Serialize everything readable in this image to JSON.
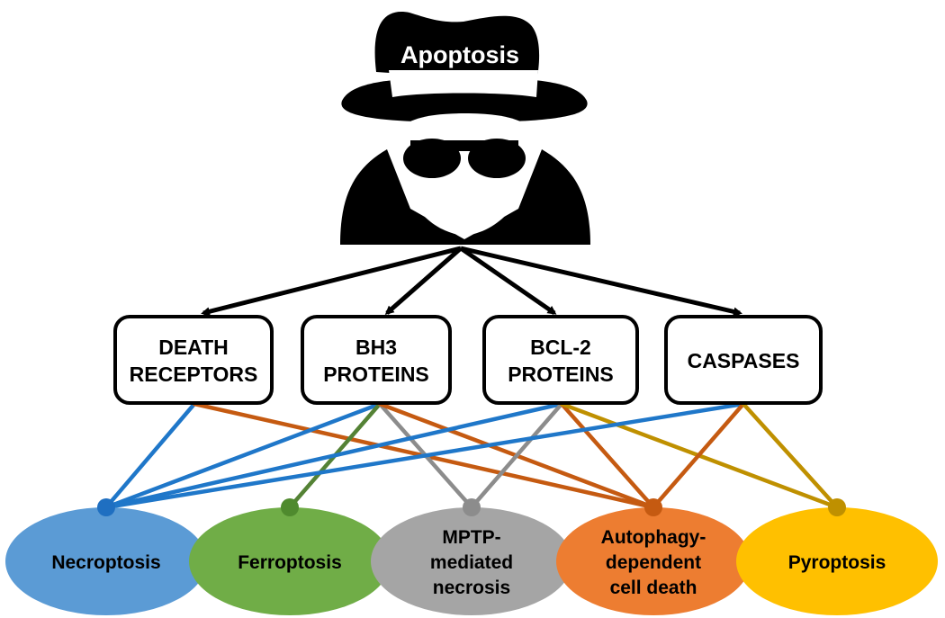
{
  "figure": {
    "title": "Apoptosis",
    "icon": "spy-icon"
  },
  "regulators": [
    {
      "id": "death-receptors",
      "lines": [
        "DEATH",
        "RECEPTORS"
      ]
    },
    {
      "id": "bh3-proteins",
      "lines": [
        "BH3",
        "PROTEINS"
      ]
    },
    {
      "id": "bcl2-proteins",
      "lines": [
        "BCL-2",
        "PROTEINS"
      ]
    },
    {
      "id": "caspases",
      "lines": [
        "CASPASES"
      ]
    }
  ],
  "death_types": [
    {
      "id": "necroptosis",
      "lines": [
        "Necroptosis"
      ],
      "color": "#5b9bd5",
      "dot": "#1f6fc1"
    },
    {
      "id": "ferroptosis",
      "lines": [
        "Ferroptosis"
      ],
      "color": "#70ad47",
      "dot": "#4f8a2e"
    },
    {
      "id": "mptp-necrosis",
      "lines": [
        "MPTP-",
        "mediated",
        "necrosis"
      ],
      "color": "#a5a5a5",
      "dot": "#8c8c8c"
    },
    {
      "id": "autophagy-death",
      "lines": [
        "Autophagy-",
        "dependent",
        "cell death"
      ],
      "color": "#ed7d31",
      "dot": "#c55a11"
    },
    {
      "id": "pyroptosis",
      "lines": [
        "Pyroptosis"
      ],
      "color": "#ffc000",
      "dot": "#bf9000"
    }
  ],
  "links": [
    {
      "from": "death-receptors",
      "to": "necroptosis",
      "color": "#1f77c9"
    },
    {
      "from": "death-receptors",
      "to": "autophagy-death",
      "color": "#c55a11"
    },
    {
      "from": "bh3-proteins",
      "to": "necroptosis",
      "color": "#1f77c9"
    },
    {
      "from": "bh3-proteins",
      "to": "ferroptosis",
      "color": "#548235"
    },
    {
      "from": "bh3-proteins",
      "to": "mptp-necrosis",
      "color": "#8c8c8c"
    },
    {
      "from": "bh3-proteins",
      "to": "autophagy-death",
      "color": "#c55a11"
    },
    {
      "from": "bcl2-proteins",
      "to": "necroptosis",
      "color": "#1f77c9"
    },
    {
      "from": "bcl2-proteins",
      "to": "mptp-necrosis",
      "color": "#8c8c8c"
    },
    {
      "from": "bcl2-proteins",
      "to": "autophagy-death",
      "color": "#c55a11"
    },
    {
      "from": "bcl2-proteins",
      "to": "pyroptosis",
      "color": "#bf9000"
    },
    {
      "from": "caspases",
      "to": "necroptosis",
      "color": "#1f77c9"
    },
    {
      "from": "caspases",
      "to": "autophagy-death",
      "color": "#c55a11"
    },
    {
      "from": "caspases",
      "to": "pyroptosis",
      "color": "#bf9000"
    }
  ]
}
